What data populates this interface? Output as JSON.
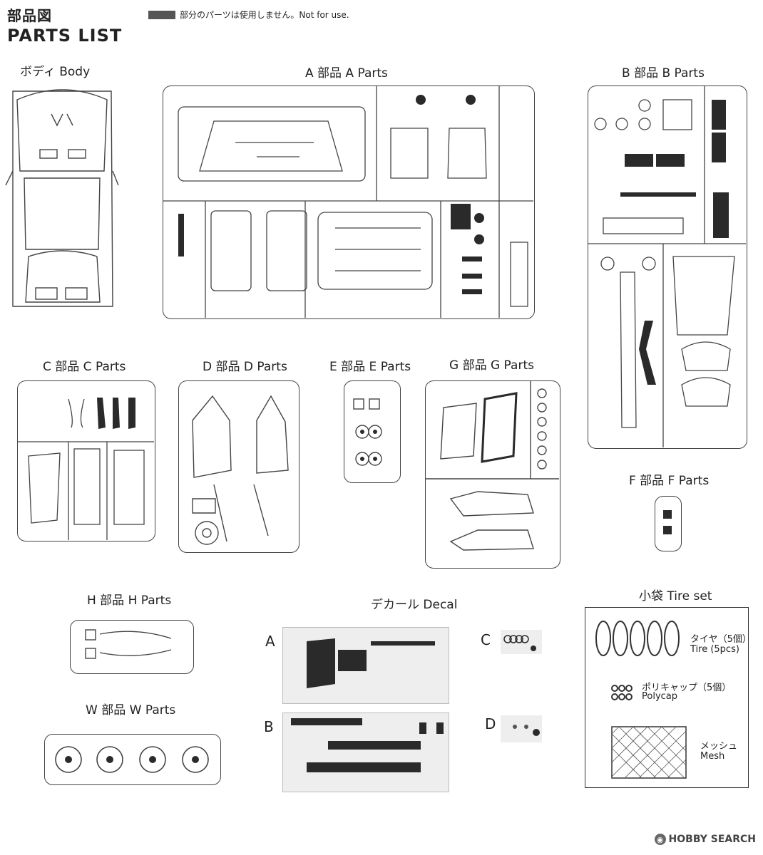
{
  "header": {
    "title_jp": "部品図",
    "title_en": "PARTS LIST",
    "legend_text": "部分のパーツは使用しません。Not for use."
  },
  "sections": {
    "body": "ボディ  Body",
    "a": "A 部品 A Parts",
    "b": "B 部品 B Parts",
    "c": "C 部品 C Parts",
    "d": "D 部品 D Parts",
    "e": "E 部品 E Parts",
    "g": "G 部品 G Parts",
    "f": "F 部品 F Parts",
    "h": "H 部品 H Parts",
    "w": "W 部品 W Parts",
    "decal": "デカール Decal",
    "tireset": "小袋 Tire set"
  },
  "decal_labels": {
    "a": "A",
    "b": "B",
    "c": "C",
    "d": "D"
  },
  "tire_set": {
    "tire_jp": "タイヤ（5個）",
    "tire_en": "Tire (5pcs)",
    "polycap_jp": "ポリキャップ（5個）",
    "polycap_en": "Polycap",
    "mesh_jp": "メッシュ",
    "mesh_en": "Mesh"
  },
  "watermark": "HOBBY SEARCH",
  "colors": {
    "line": "#444444",
    "dark": "#2a2a2a",
    "legend": "#555555"
  },
  "icons": [
    "logo-mark-icon"
  ]
}
